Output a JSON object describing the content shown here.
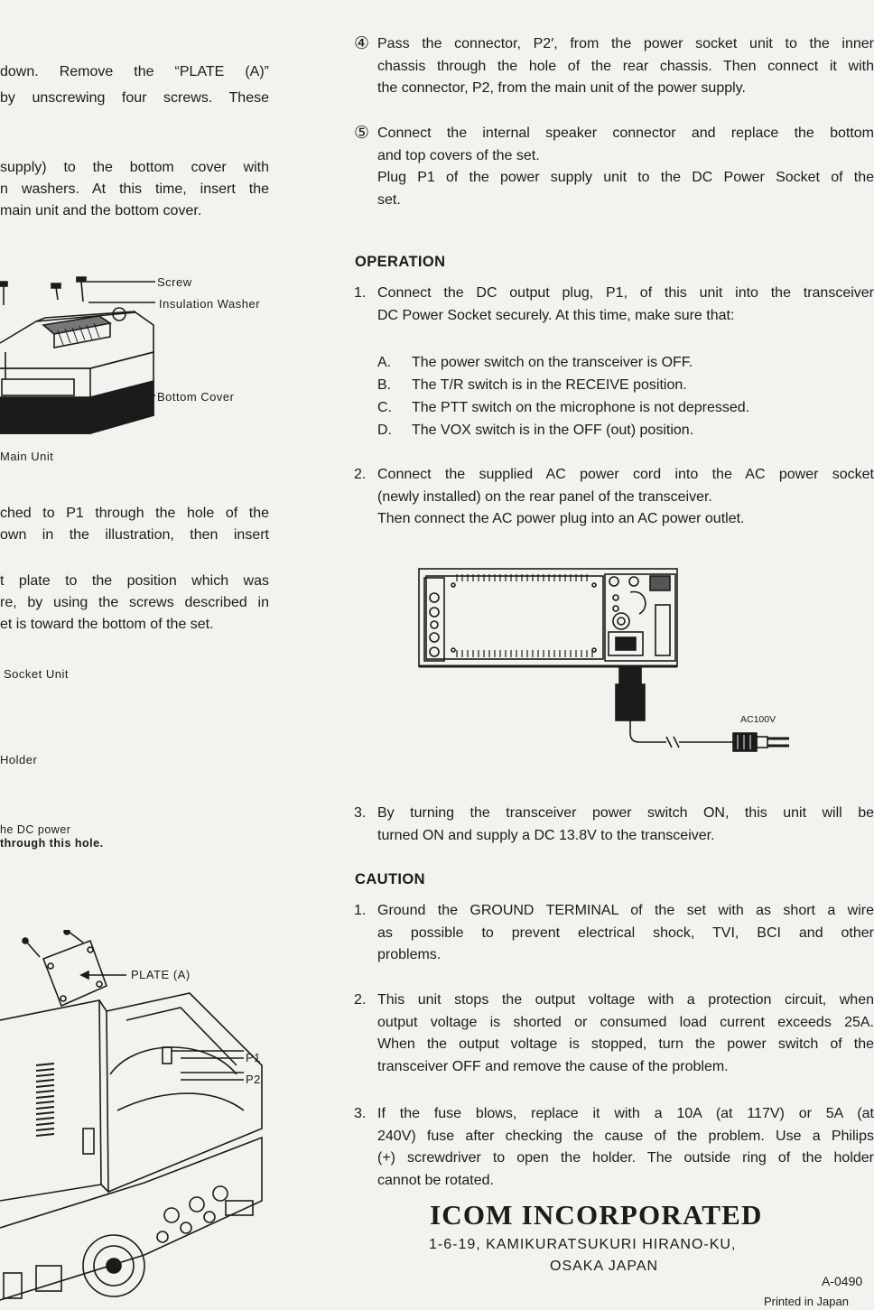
{
  "left_column": {
    "lines": [
      "down.  Remove the “PLATE (A)”",
      "by unscrewing four screws.  These",
      "supply) to the bottom cover with",
      "n washers.  At this time, insert the",
      "main unit and the bottom cover.",
      "ched to P1 through the hole of the",
      "own in the illustration, then insert",
      "t plate to the position which was",
      "re, by using the screws described in",
      "et is toward the bottom of the set."
    ],
    "figure1_labels": {
      "screw": "Screw",
      "insulation_washer": "Insulation Washer",
      "bottom_cover": "Bottom Cover",
      "main_unit": "Main Unit"
    },
    "figure2_labels": {
      "socket_unit": "Socket Unit",
      "holder": "Holder",
      "dc_power_1": "he DC power",
      "dc_power_2": "through this hole.",
      "plate_a": "PLATE (A)",
      "p1": "P1",
      "p2": "P2"
    }
  },
  "steps": {
    "step4_num": "④",
    "step4_lines": [
      "Pass the connector, P2′, from the power socket unit to the inner",
      "chassis through the hole of the rear chassis.  Then connect it with",
      "the connector, P2, from the main unit of the power supply."
    ],
    "step5_num": "⑤",
    "step5_lines": [
      "Connect the internal speaker connector and replace the bottom",
      "and top covers of the set.",
      "Plug P1 of the power supply unit to the DC Power Socket of the",
      "set."
    ]
  },
  "operation": {
    "heading": "OPERATION",
    "item1_num": "1.",
    "item1_lines": [
      "Connect the DC output plug, P1, of this unit into the transceiver",
      "DC Power Socket securely.  At this time, make sure that:"
    ],
    "checks": [
      {
        "key": "A.",
        "text": "The power switch on the transceiver is OFF."
      },
      {
        "key": "B.",
        "text": "The T/R switch is in the RECEIVE position."
      },
      {
        "key": "C.",
        "text": "The PTT switch on the microphone is not depressed."
      },
      {
        "key": "D.",
        "text": "The VOX switch is in the OFF (out) position."
      }
    ],
    "item2_num": "2.",
    "item2_lines": [
      "Connect the supplied AC power cord into the AC power socket",
      "(newly installed) on the rear panel of the transceiver.",
      "Then connect the AC power plug into an AC power outlet."
    ],
    "figure_label": "AC100V",
    "item3_num": "3.",
    "item3_lines": [
      "By turning the transceiver power switch ON, this unit will be",
      "turned ON and supply a DC 13.8V to the transceiver."
    ]
  },
  "caution": {
    "heading": "CAUTION",
    "item1_num": "1.",
    "item1_lines": [
      "Ground the GROUND TERMINAL of the set with as short a wire",
      "as possible to prevent electrical shock, TVI, BCI and other",
      "problems."
    ],
    "item2_num": "2.",
    "item2_lines": [
      "This unit stops the output voltage with a protection circuit, when",
      "output voltage is shorted or consumed load current exceeds 25A.",
      "When the output voltage is stopped, turn the power switch of the",
      "transceiver OFF and remove the cause of the problem."
    ],
    "item3_num": "3.",
    "item3_lines": [
      "If the fuse blows, replace it with a 10A (at 117V) or 5A (at",
      "240V) fuse after checking the cause of the problem.  Use a Philips",
      "(+) screwdriver to open the holder.  The outside ring of the holder",
      "cannot be rotated."
    ]
  },
  "footer": {
    "company": "ICOM  INCORPORATED",
    "address1": "1-6-19,  KAMIKURATSUKURI  HIRANO-KU,",
    "address2": "OSAKA  JAPAN",
    "code": "A-0490",
    "printed": "Printed in Japan"
  }
}
